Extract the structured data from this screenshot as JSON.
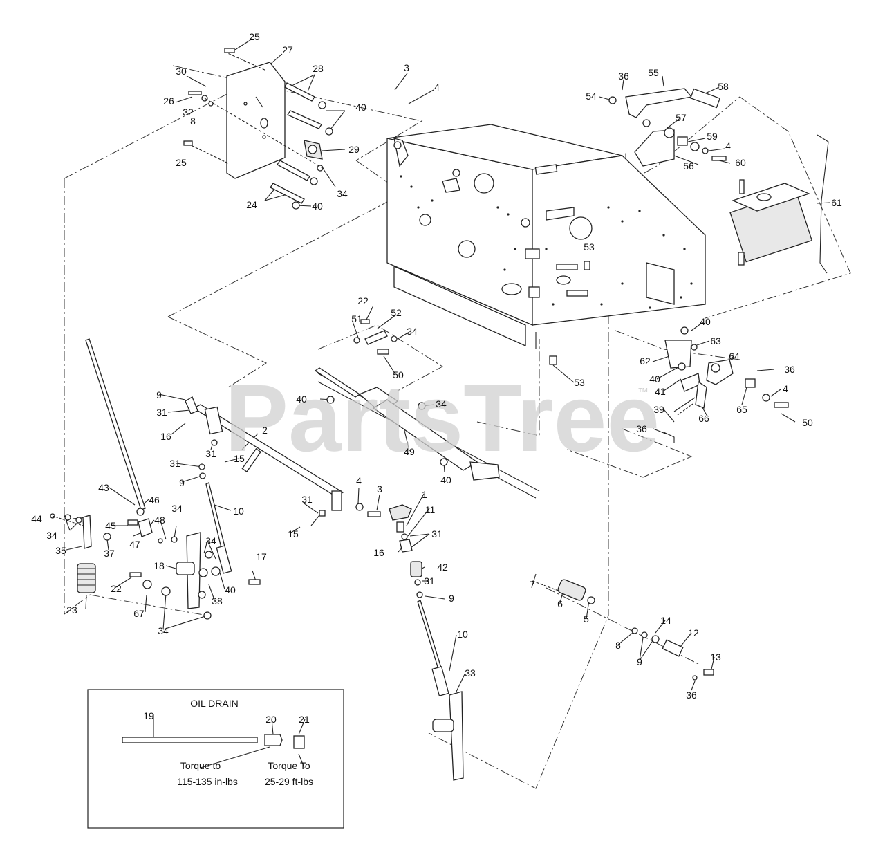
{
  "watermark": {
    "text": "PartsTree",
    "trademark": "™"
  },
  "oil_drain_box": {
    "title": "OIL DRAIN",
    "callout_left_line1": "Torque to",
    "callout_left_line2": "115-135 in-lbs",
    "callout_right_line1": "Torque To",
    "callout_right_line2": "25-29 ft-lbs"
  },
  "callouts": {
    "c1": "1",
    "c2": "2",
    "c3a": "3",
    "c3b": "3",
    "c4a": "4",
    "c4b": "4",
    "c4c": "4",
    "c4d": "4",
    "c5": "5",
    "c6": "6",
    "c7": "7",
    "c8a": "8",
    "c8b": "8",
    "c9a": "9",
    "c9b": "9",
    "c9c": "9",
    "c9d": "9",
    "c10a": "10",
    "c10b": "10",
    "c11": "11",
    "c12": "12",
    "c13": "13",
    "c14": "14",
    "c15a": "15",
    "c15b": "15",
    "c16a": "16",
    "c16b": "16",
    "c17": "17",
    "c18": "18",
    "c19": "19",
    "c20": "20",
    "c21": "21",
    "c22a": "22",
    "c22b": "22",
    "c23": "23",
    "c24": "24",
    "c25a": "25",
    "c25b": "25",
    "c26": "26",
    "c27": "27",
    "c28": "28",
    "c29": "29",
    "c30": "30",
    "c31a": "31",
    "c31b": "31",
    "c31c": "31",
    "c31d": "31",
    "c31e": "31",
    "c31f": "31",
    "c32": "32",
    "c33": "33",
    "c34a": "34",
    "c34b": "34",
    "c34c": "34",
    "c34d": "34",
    "c34e": "34",
    "c34f": "34",
    "c34g": "34",
    "c35": "35",
    "c36a": "36",
    "c36b": "36",
    "c36c": "36",
    "c36d": "36",
    "c37": "37",
    "c38": "38",
    "c39": "39",
    "c40a": "40",
    "c40b": "40",
    "c40c": "40",
    "c40d": "40",
    "c40e": "40",
    "c40f": "40",
    "c40g": "40",
    "c41": "41",
    "c42": "42",
    "c43": "43",
    "c44": "44",
    "c45": "45",
    "c46": "46",
    "c47": "47",
    "c48": "48",
    "c49": "49",
    "c50a": "50",
    "c50b": "50",
    "c51": "51",
    "c52": "52",
    "c53a": "53",
    "c53b": "53",
    "c54": "54",
    "c55": "55",
    "c56": "56",
    "c57": "57",
    "c58": "58",
    "c59": "59",
    "c60": "60",
    "c61": "61",
    "c62": "62",
    "c63": "63",
    "c64": "64",
    "c65": "65",
    "c66": "66",
    "c67": "67"
  }
}
